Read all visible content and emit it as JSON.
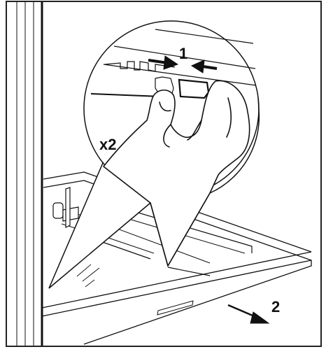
{
  "labels": {
    "step_1": "1",
    "step_2": "2",
    "multiplier": "x2"
  },
  "colors": {
    "ink": "#111111",
    "paper": "#ffffff",
    "frame": "#222222",
    "glass_tint": "#f4f4f4"
  }
}
